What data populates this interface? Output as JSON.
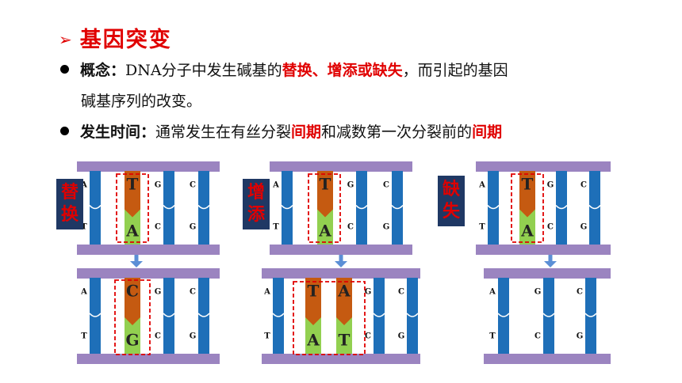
{
  "title": "基因突变",
  "bullet1": {
    "label": "概念：",
    "text_a": "DNA分子中发生碱基的",
    "highlight": "替换、增添或缺失",
    "text_b": "，而引起的基因",
    "line2": "碱基序列的改变。"
  },
  "bullet2": {
    "label": "发生时间：",
    "text_a": "通常发生在有丝分裂",
    "highlight1": "间期",
    "text_b": "和减数第一次分裂前的",
    "highlight2": "间期"
  },
  "labels": {
    "substitution": [
      "替",
      "换"
    ],
    "insertion": [
      "增",
      "添"
    ],
    "deletion": [
      "缺",
      "失"
    ]
  },
  "bases": {
    "A": "A",
    "T": "T",
    "G": "G",
    "C": "C"
  },
  "colors": {
    "backbone": "#9b84c0",
    "strand_blue": "#1e6fb8",
    "strand_orange": "#c55a11",
    "strand_green": "#92d050",
    "label_bg": "#1f3864",
    "red": "#e00000"
  }
}
